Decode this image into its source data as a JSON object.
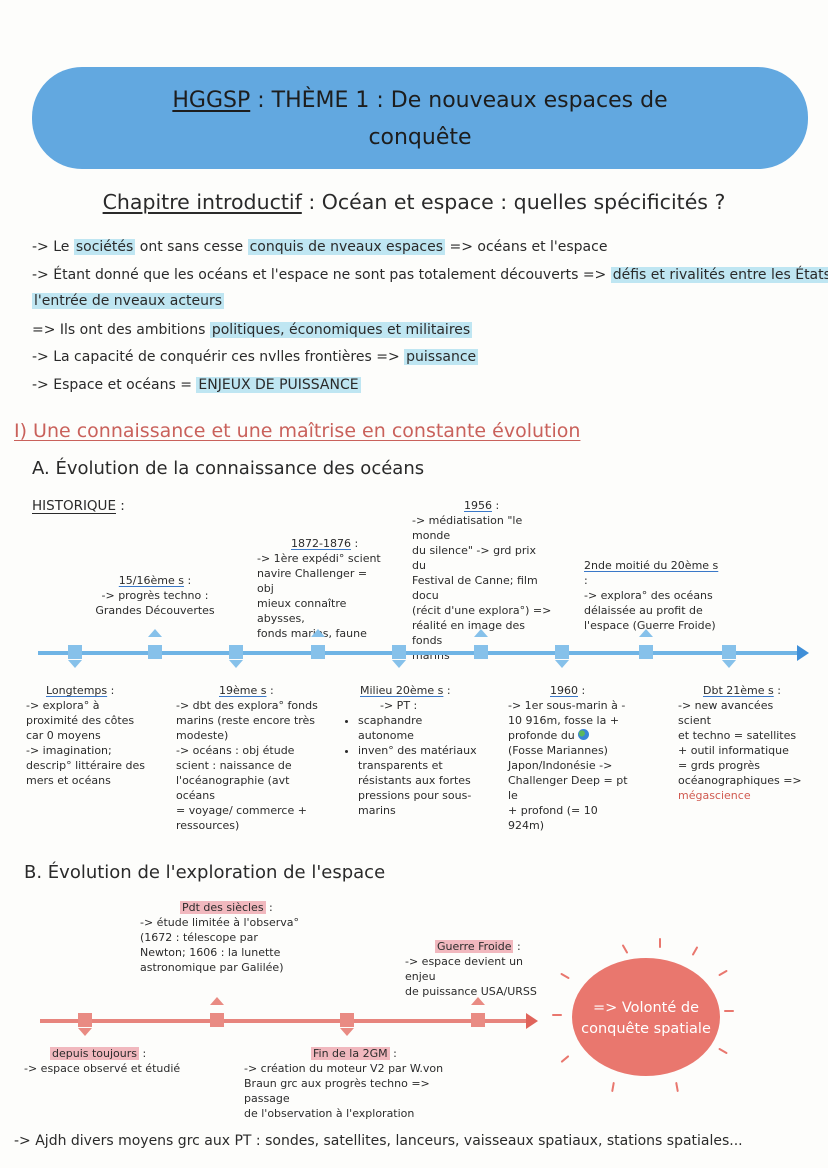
{
  "header": {
    "title_underlined": "HGGSP",
    "title_rest": " : THÈME 1 : De nouveaux espaces de",
    "title_line2": "conquête"
  },
  "chapter": {
    "underlined": "Chapitre introductif",
    "rest": " : Océan et espace : quelles spécificités ?"
  },
  "intro": {
    "l1": {
      "a": "-> Le ",
      "b": "sociétés",
      "c": " ont sans cesse ",
      "d": "conquis de nveaux espaces",
      "e": " => océans et l'espace"
    },
    "l2": {
      "a": "-> Étant donné que les océans et l'espace ne sont pas totalement découverts => ",
      "b": "défis et rivalités entre les États",
      "c": " +"
    },
    "l3": {
      "a": "l'entrée de nveaux acteurs"
    },
    "l4": {
      "a": "=> Ils ont des ambitions ",
      "b": "politiques, économiques et militaires"
    },
    "l5": {
      "a": "-> La capacité de conquérir ces nvlles frontières => ",
      "b": "puissance"
    },
    "l6": {
      "a": "-> Espace et océans = ",
      "b": "ENJEUX DE PUISSANCE"
    }
  },
  "section1": "I) Une connaissance et une maîtrise en constante évolution",
  "sectionA": "A. Évolution de la connaissance des océans",
  "historique": "HISTORIQUE",
  "historique_colon": " :",
  "oceans_top": {
    "e1": {
      "title": "15/16ème s",
      "l1": "-> progrès techno :",
      "l2": "Grandes Découvertes"
    },
    "e2": {
      "title": "1872-1876",
      "l1": "-> 1ère expédi° scient",
      "l2": "navire Challenger = obj",
      "l3": "mieux connaître abysses,",
      "l4": "fonds marins, faune"
    },
    "e3": {
      "title": "1956",
      "l1": "-> médiatisation \"le monde",
      "l2": "du silence\" -> grd prix du",
      "l3": "Festival de Canne; film docu",
      "l4": "(récit d'une explora°) =>",
      "l5": "réalité en image des fonds",
      "l6": "marins"
    },
    "e4": {
      "title": "2nde moitié du 20ème s",
      "l1": "-> explora° des océans",
      "l2": "délaissée au profit de",
      "l3": "l'espace (Guerre Froide)"
    }
  },
  "oceans_bottom": {
    "e1": {
      "title": "Longtemps",
      "l1": "-> explora° à",
      "l2": "proximité des côtes",
      "l3": "car 0 moyens",
      "l4": "-> imagination;",
      "l5": "descrip° littéraire des",
      "l6": "mers et océans"
    },
    "e2": {
      "title": "19ème s",
      "l1": "-> dbt des explora° fonds",
      "l2": "marins (reste encore très",
      "l3": "modeste)",
      "l4": "-> océans : obj étude",
      "l5": "scient : naissance de",
      "l6": "l'océanographie (avt océans",
      "l7": "= voyage/ commerce +",
      "l8": "ressources)"
    },
    "e3": {
      "title": "Milieu 20ème s",
      "l1": "-> PT :",
      "b1": "scaphandre autonome",
      "b2": "inven° des matériaux transparents et résistants aux fortes pressions pour sous-marins"
    },
    "e4": {
      "title": "1960",
      "l1": "-> 1er sous-marin à -",
      "l2": "10 916m, fosse la +",
      "l3": "profonde du",
      "l4": "(Fosse Mariannes)",
      "l5": "Japon/Indonésie ->",
      "l6": "Challenger Deep = pt le",
      "l7": "+ profond (= 10",
      "l8": "924m)"
    },
    "e5": {
      "title": "Dbt 21ème s",
      "l1": "-> new avancées scient",
      "l2": "et techno = satellites",
      "l3": "+ outil informatique",
      "l4": "= grds progrès",
      "l5": "océanographiques =>",
      "l6": "mégascience"
    }
  },
  "sectionB": "B. Évolution de l'exploration de l'espace",
  "space_top": {
    "e1": {
      "title": "Pdt des siècles",
      "l1": "-> étude limitée à l'observa°",
      "l2": "(1672 : télescope par",
      "l3": "Newton; 1606 : la lunette",
      "l4": "astronomique par Galilée)"
    },
    "e2": {
      "title": "Guerre Froide",
      "l1": "-> espace devient un enjeu",
      "l2": "de puissance USA/URSS"
    }
  },
  "space_bottom": {
    "e1": {
      "title": "depuis toujours",
      "l1": "-> espace observé et étudié"
    },
    "e2": {
      "title": "Fin de la 2GM",
      "l1": "-> création du moteur V2 par W.von",
      "l2": "Braun grc aux progrès techno => passage",
      "l3": "de l'observation à l'exploration"
    }
  },
  "callout": {
    "l1": "=> Volonté de",
    "l2": "conquête spatiale"
  },
  "bottom_line": "-> Ajdh divers moyens grc aux PT : sondes, satellites, lanceurs, vaisseaux spatiaux, stations spatiales...",
  "colors": {
    "banner": "#62a8e0",
    "blue_highlight": "#bfe6f2",
    "red_highlight": "#f1b8be",
    "section_red": "#c9615b",
    "timeline_blue": "#6fb4e5",
    "timeline_red": "#e7847d",
    "sun": "#e9776e"
  },
  "icons": {
    "globe": "globe-icon"
  }
}
